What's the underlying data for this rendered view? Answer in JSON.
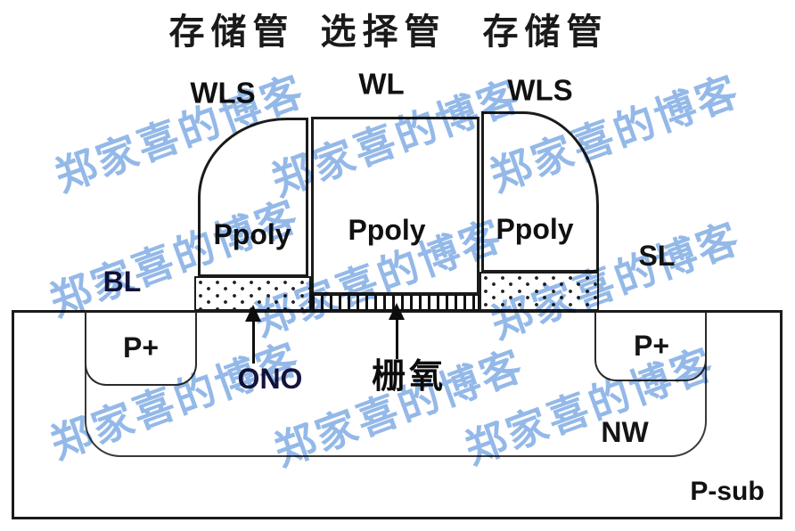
{
  "titles": {
    "storage_left": "存储管",
    "select": "选择管",
    "storage_right": "存储管"
  },
  "wordlines": {
    "wls_left": "WLS",
    "wl": "WL",
    "wls_right": "WLS"
  },
  "gates": {
    "ppoly_left": "Ppoly",
    "ppoly_middle": "Ppoly",
    "ppoly_right": "Ppoly"
  },
  "terminals": {
    "bitline": "BL",
    "sourceline": "SL"
  },
  "layers": {
    "ono_label": "ONO",
    "gate_oxide_label": "栅氧"
  },
  "regions": {
    "p_plus_left": "P+",
    "p_plus_right": "P+",
    "n_well": "NW",
    "substrate": "P-sub"
  },
  "watermark": {
    "text": "郑家喜的博客",
    "color": "#79a7e2"
  },
  "colors": {
    "outline": "#1b1b1b",
    "label": "#111111",
    "background": "#ffffff"
  }
}
